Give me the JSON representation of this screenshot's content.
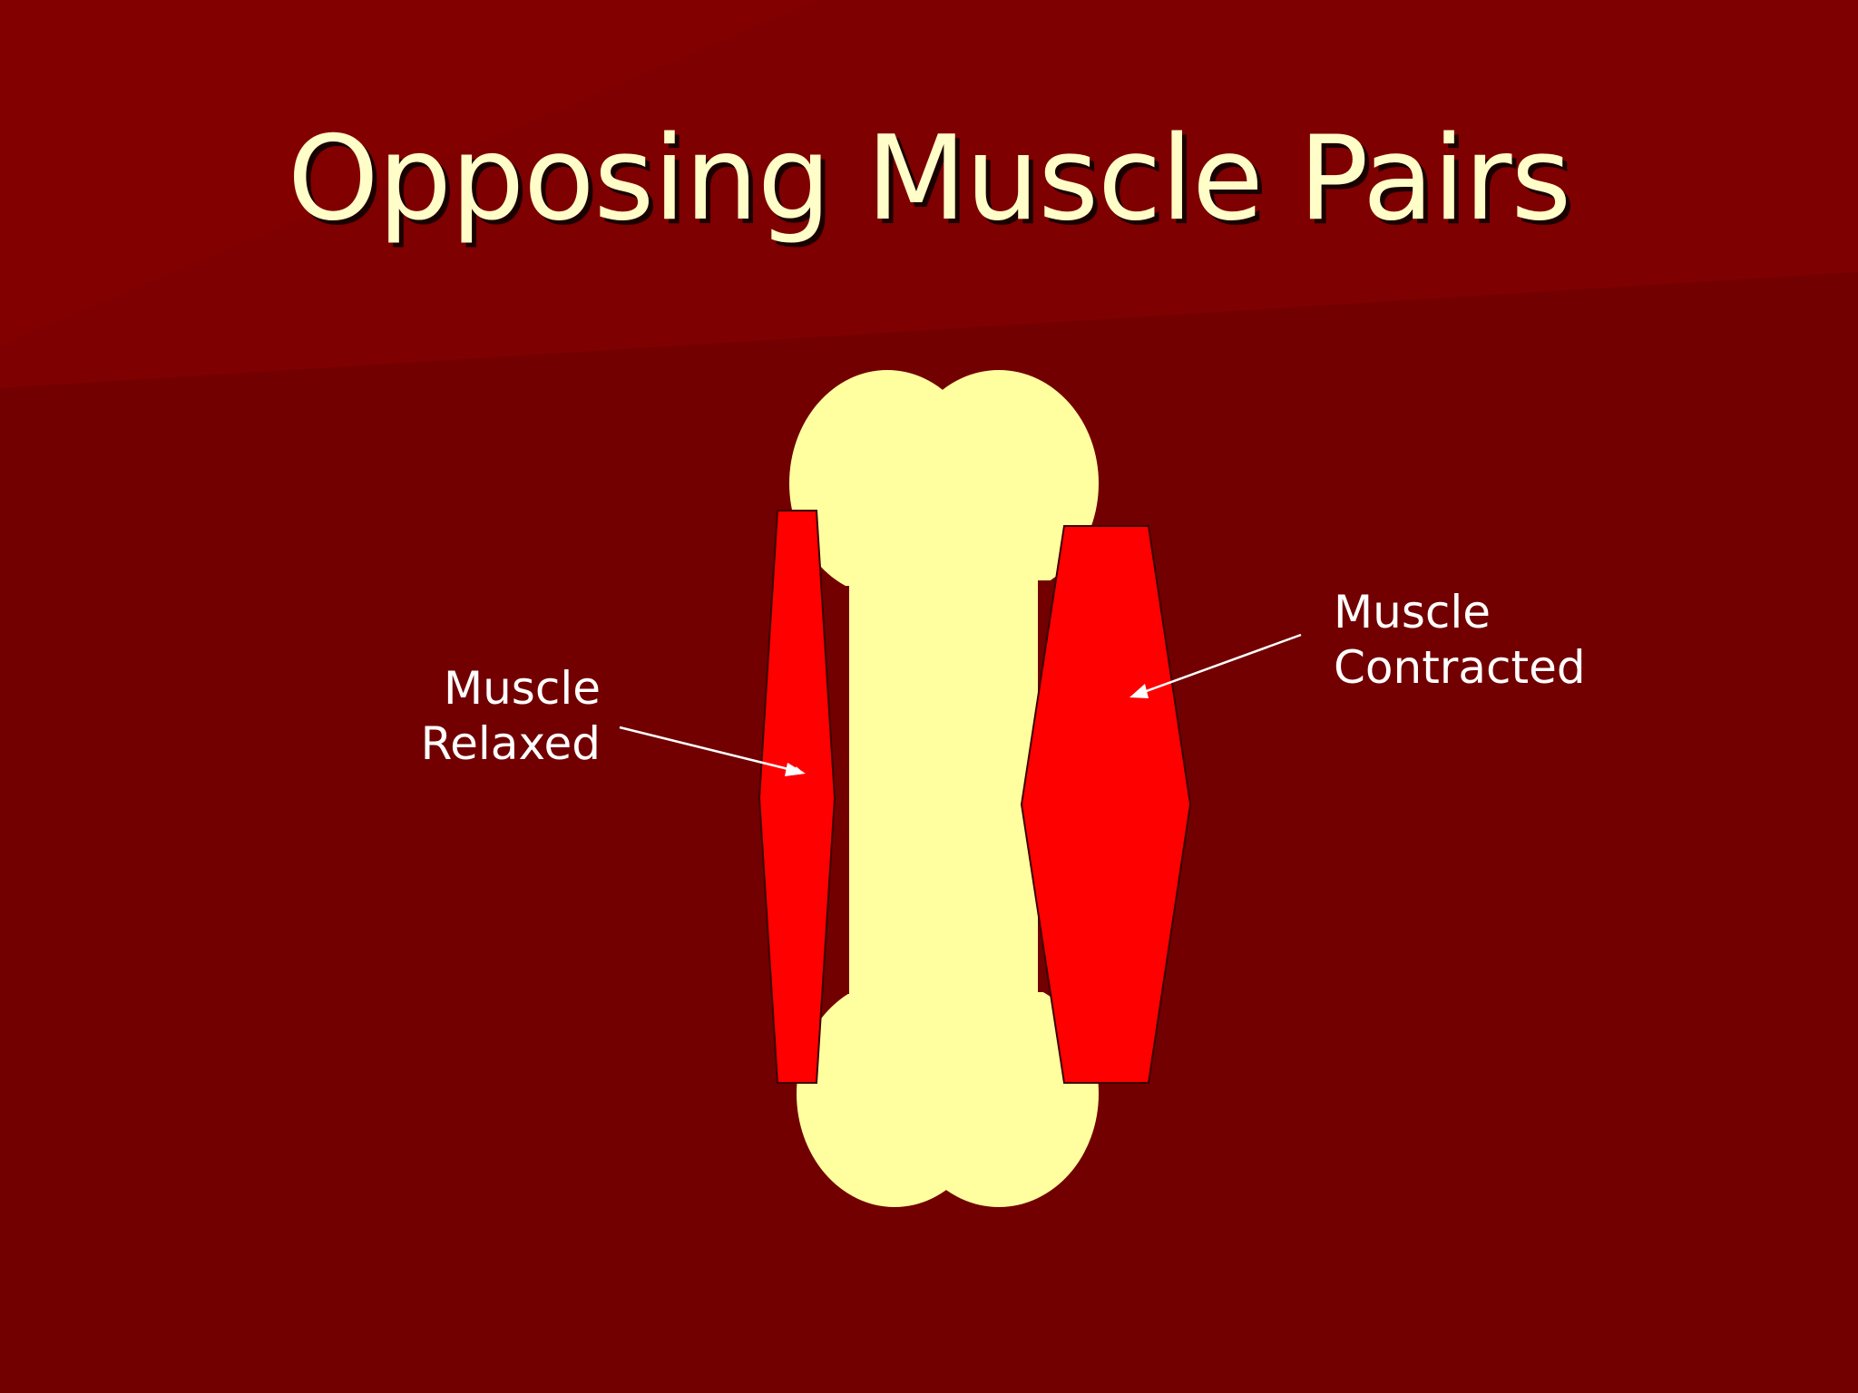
{
  "slide": {
    "title": "Opposing Muscle Pairs"
  },
  "labels": {
    "relaxed": {
      "line1": "Muscle",
      "line2": "Relaxed"
    },
    "contracted": {
      "line1": "Muscle",
      "line2": "Contracted"
    }
  },
  "colors": {
    "background": "#720000",
    "background_top": "#870000",
    "bone": "#ffff9f",
    "muscle": "#ff0000",
    "title_text": "#fffdc8",
    "label_text": "#ffffff"
  }
}
